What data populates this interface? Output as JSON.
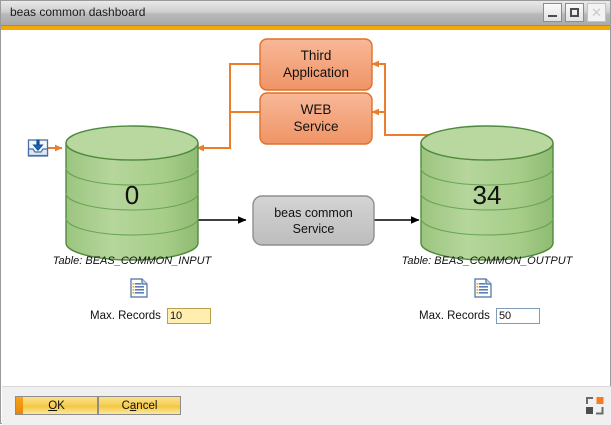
{
  "window": {
    "title": "beas common dashboard",
    "controls": [
      {
        "name": "minimize",
        "label": "—"
      },
      {
        "name": "maximize",
        "label": "□"
      },
      {
        "name": "close",
        "label": "✕"
      }
    ]
  },
  "diagram": {
    "input_db": {
      "count": "0",
      "caption": "Table: BEAS_COMMON_INPUT",
      "max_records_label": "Max. Records",
      "max_records_value": "10"
    },
    "output_db": {
      "count": "34",
      "caption": "Table: BEAS_COMMON_OUTPUT",
      "max_records_label": "Max. Records",
      "max_records_value": "50"
    },
    "service": {
      "line1": "beas common",
      "line2": "Service"
    },
    "third_app": {
      "line1": "Third",
      "line2": "Application"
    },
    "web_service": {
      "line1": "WEB",
      "line2": "Service"
    },
    "import_icon": "import-inbox-icon",
    "report_icon": "report-document-icon"
  },
  "footer": {
    "ok_label": "OK",
    "ok_accesskey": "O",
    "cancel_label": "Cancel",
    "cancel_accesskey": "a",
    "resize_grip": "resize-grip-icon"
  },
  "colors": {
    "accent": "#f5a800",
    "cylinder_fill": "#a9ce8c",
    "cylinder_stroke": "#4f8a3d",
    "orange_node": "#f3a678",
    "orange_stroke": "#e0702a",
    "arrow_orange": "#ed7d2b",
    "arrow_black": "#000000",
    "service_fill": "#c8c8c8"
  }
}
